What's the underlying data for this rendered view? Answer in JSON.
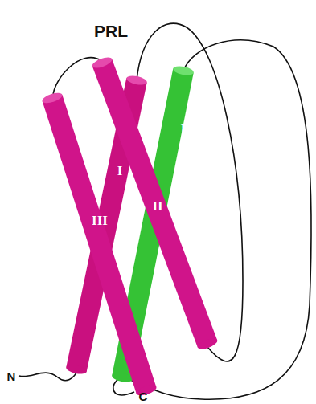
{
  "diagram": {
    "title": "PRL",
    "labels": [
      "I",
      "III",
      "II",
      "IV",
      "N",
      "C"
    ]
  }
}
